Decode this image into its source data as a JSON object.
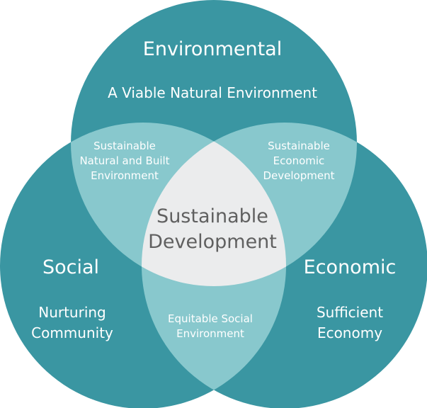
{
  "colors": {
    "circle": "#3a96a2",
    "pair_overlap": "#88c8cd",
    "center_overlap": "#ebeced",
    "center_text": "#606060",
    "text": "#ffffff"
  },
  "circles": {
    "environmental": {
      "title": "Environmental",
      "subtitle": "A Viable Natural Environment"
    },
    "social": {
      "title": "Social",
      "subtitle_line1": "Nurturing",
      "subtitle_line2": "Community"
    },
    "economic": {
      "title": "Economic",
      "subtitle_line1": "Sufficient",
      "subtitle_line2": "Economy"
    }
  },
  "overlaps": {
    "env_social": {
      "line1": "Sustainable",
      "line2": "Natural and Built",
      "line3": "Environment"
    },
    "env_economic": {
      "line1": "Sustainable",
      "line2": "Economic",
      "line3": "Development"
    },
    "social_economic": {
      "line1": "Equitable Social",
      "line2": "Environment"
    },
    "center": {
      "line1": "Sustainable",
      "line2": "Development"
    }
  }
}
